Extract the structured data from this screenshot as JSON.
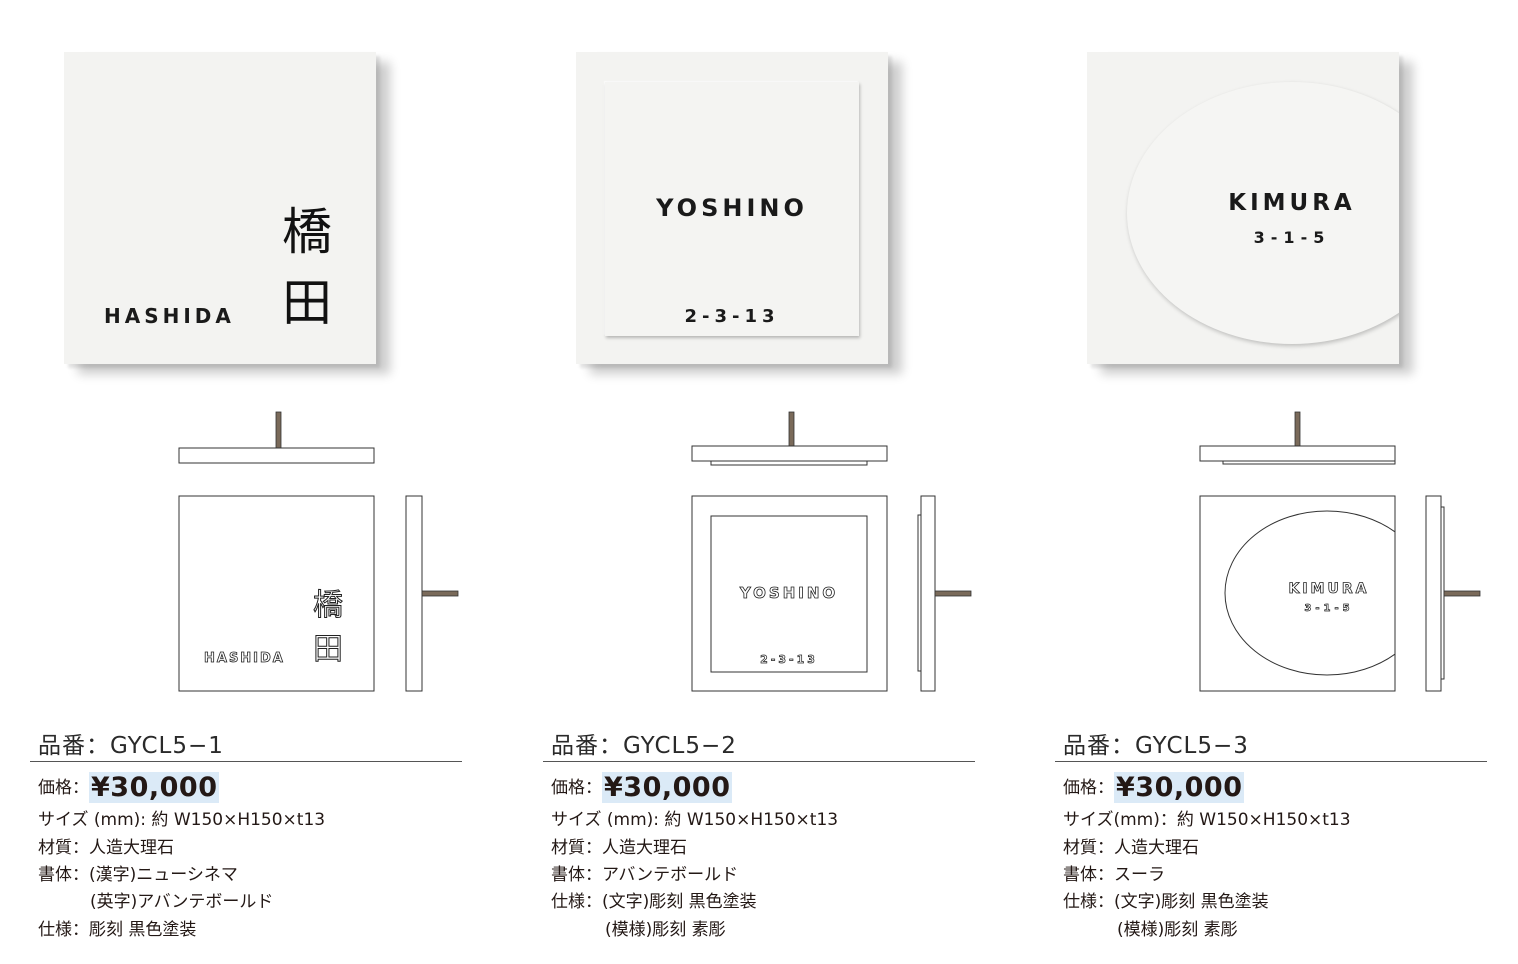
{
  "products": [
    {
      "plate_text": {
        "name": "HASHIDA",
        "kanji_1": "橋",
        "kanji_2": "田"
      },
      "title": "品番：GYCL5−1",
      "price_label": "価格：",
      "price": "¥30,000",
      "specs": {
        "size": "サイズ (mm): 約 W150×H150×t13",
        "material": "材質：人造大理石",
        "font": "書体：(漢字)ニューシネマ",
        "font_2": "(英字)アバンテボールド",
        "finish": "仕様：彫刻 黒色塗装"
      }
    },
    {
      "plate_text": {
        "name": "YOSHINO",
        "number": "2-3-13"
      },
      "title": "品番：GYCL5−2",
      "price_label": "価格：",
      "price": "¥30,000",
      "specs": {
        "size": "サイズ (mm): 約 W150×H150×t13",
        "material": "材質：人造大理石",
        "font": "書体：アバンテボールド",
        "finish": "仕様：(文字)彫刻 黒色塗装",
        "finish_2": "(模様)彫刻 素彫"
      }
    },
    {
      "plate_text": {
        "name": "KIMURA",
        "number": "3-1-5"
      },
      "title": "品番：GYCL5−3",
      "price_label": "価格：",
      "price": "¥30,000",
      "specs": {
        "size": "サイズ(mm)：約 W150×H150×t13",
        "material": "材質：人造大理石",
        "font": "書体：スーラ",
        "finish": "仕様：(文字)彫刻 黒色塗装",
        "finish_2": "(模様)彫刻 素彫"
      }
    }
  ]
}
